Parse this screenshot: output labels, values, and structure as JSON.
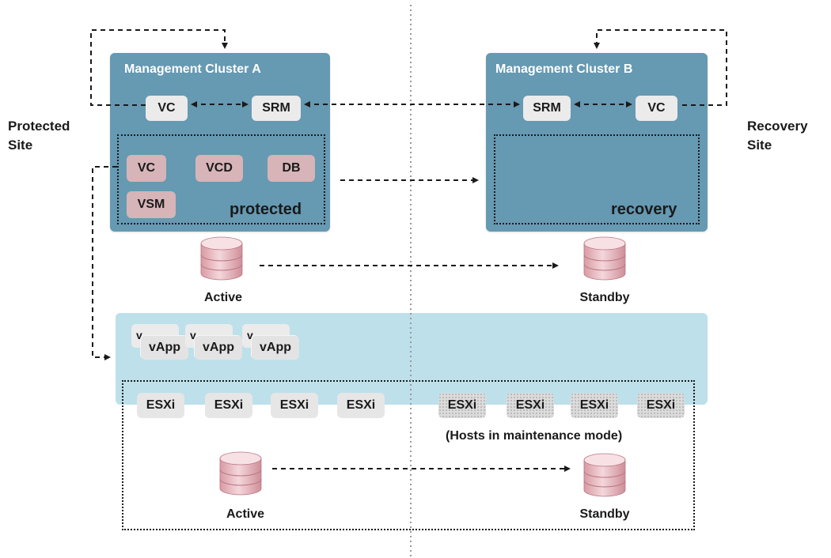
{
  "sites": {
    "protected": "Protected\nSite",
    "recovery": "Recovery\nSite"
  },
  "cluster_a": {
    "title": "Management Cluster A",
    "vc": "VC",
    "srm": "SRM",
    "zone_label": "protected",
    "items": [
      "VC",
      "VCD",
      "DB",
      "VSM"
    ]
  },
  "cluster_b": {
    "title": "Management Cluster B",
    "srm": "SRM",
    "vc": "VC",
    "zone_label": "recovery"
  },
  "storage_top": {
    "active": "Active",
    "standby": "Standby"
  },
  "vapps": [
    {
      "back": "v",
      "front": "vApp"
    },
    {
      "back": "v",
      "front": "vApp"
    },
    {
      "back": "v",
      "front": "vApp"
    }
  ],
  "hosts_active": [
    "ESXi",
    "ESXi",
    "ESXi",
    "ESXi"
  ],
  "hosts_maintenance": [
    "ESXi",
    "ESXi",
    "ESXi",
    "ESXi"
  ],
  "maintenance_note": "(Hosts in maintenance mode)",
  "storage_bottom": {
    "active": "Active",
    "standby": "Standby"
  },
  "colors": {
    "cluster": "#6699b2",
    "light_band": "#bde0eb",
    "pink_chip": "#d6b4b8",
    "db_pink": "#e6b8bf"
  }
}
